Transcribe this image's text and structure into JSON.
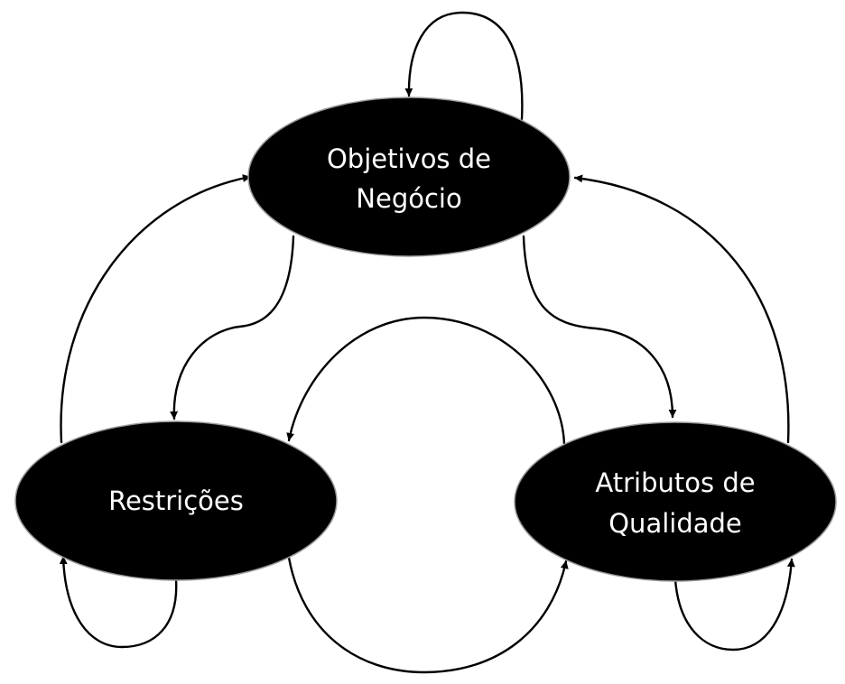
{
  "diagram": {
    "nodes": {
      "objetivos": {
        "line1": "Objetivos de",
        "line2": "Negócio"
      },
      "restricoes": {
        "line1": "Restrições"
      },
      "atributos": {
        "line1": "Atributos de",
        "line2": "Qualidade"
      }
    },
    "colors": {
      "node_fill": "#000000",
      "node_text": "#ffffff",
      "edge": "#000000"
    }
  }
}
